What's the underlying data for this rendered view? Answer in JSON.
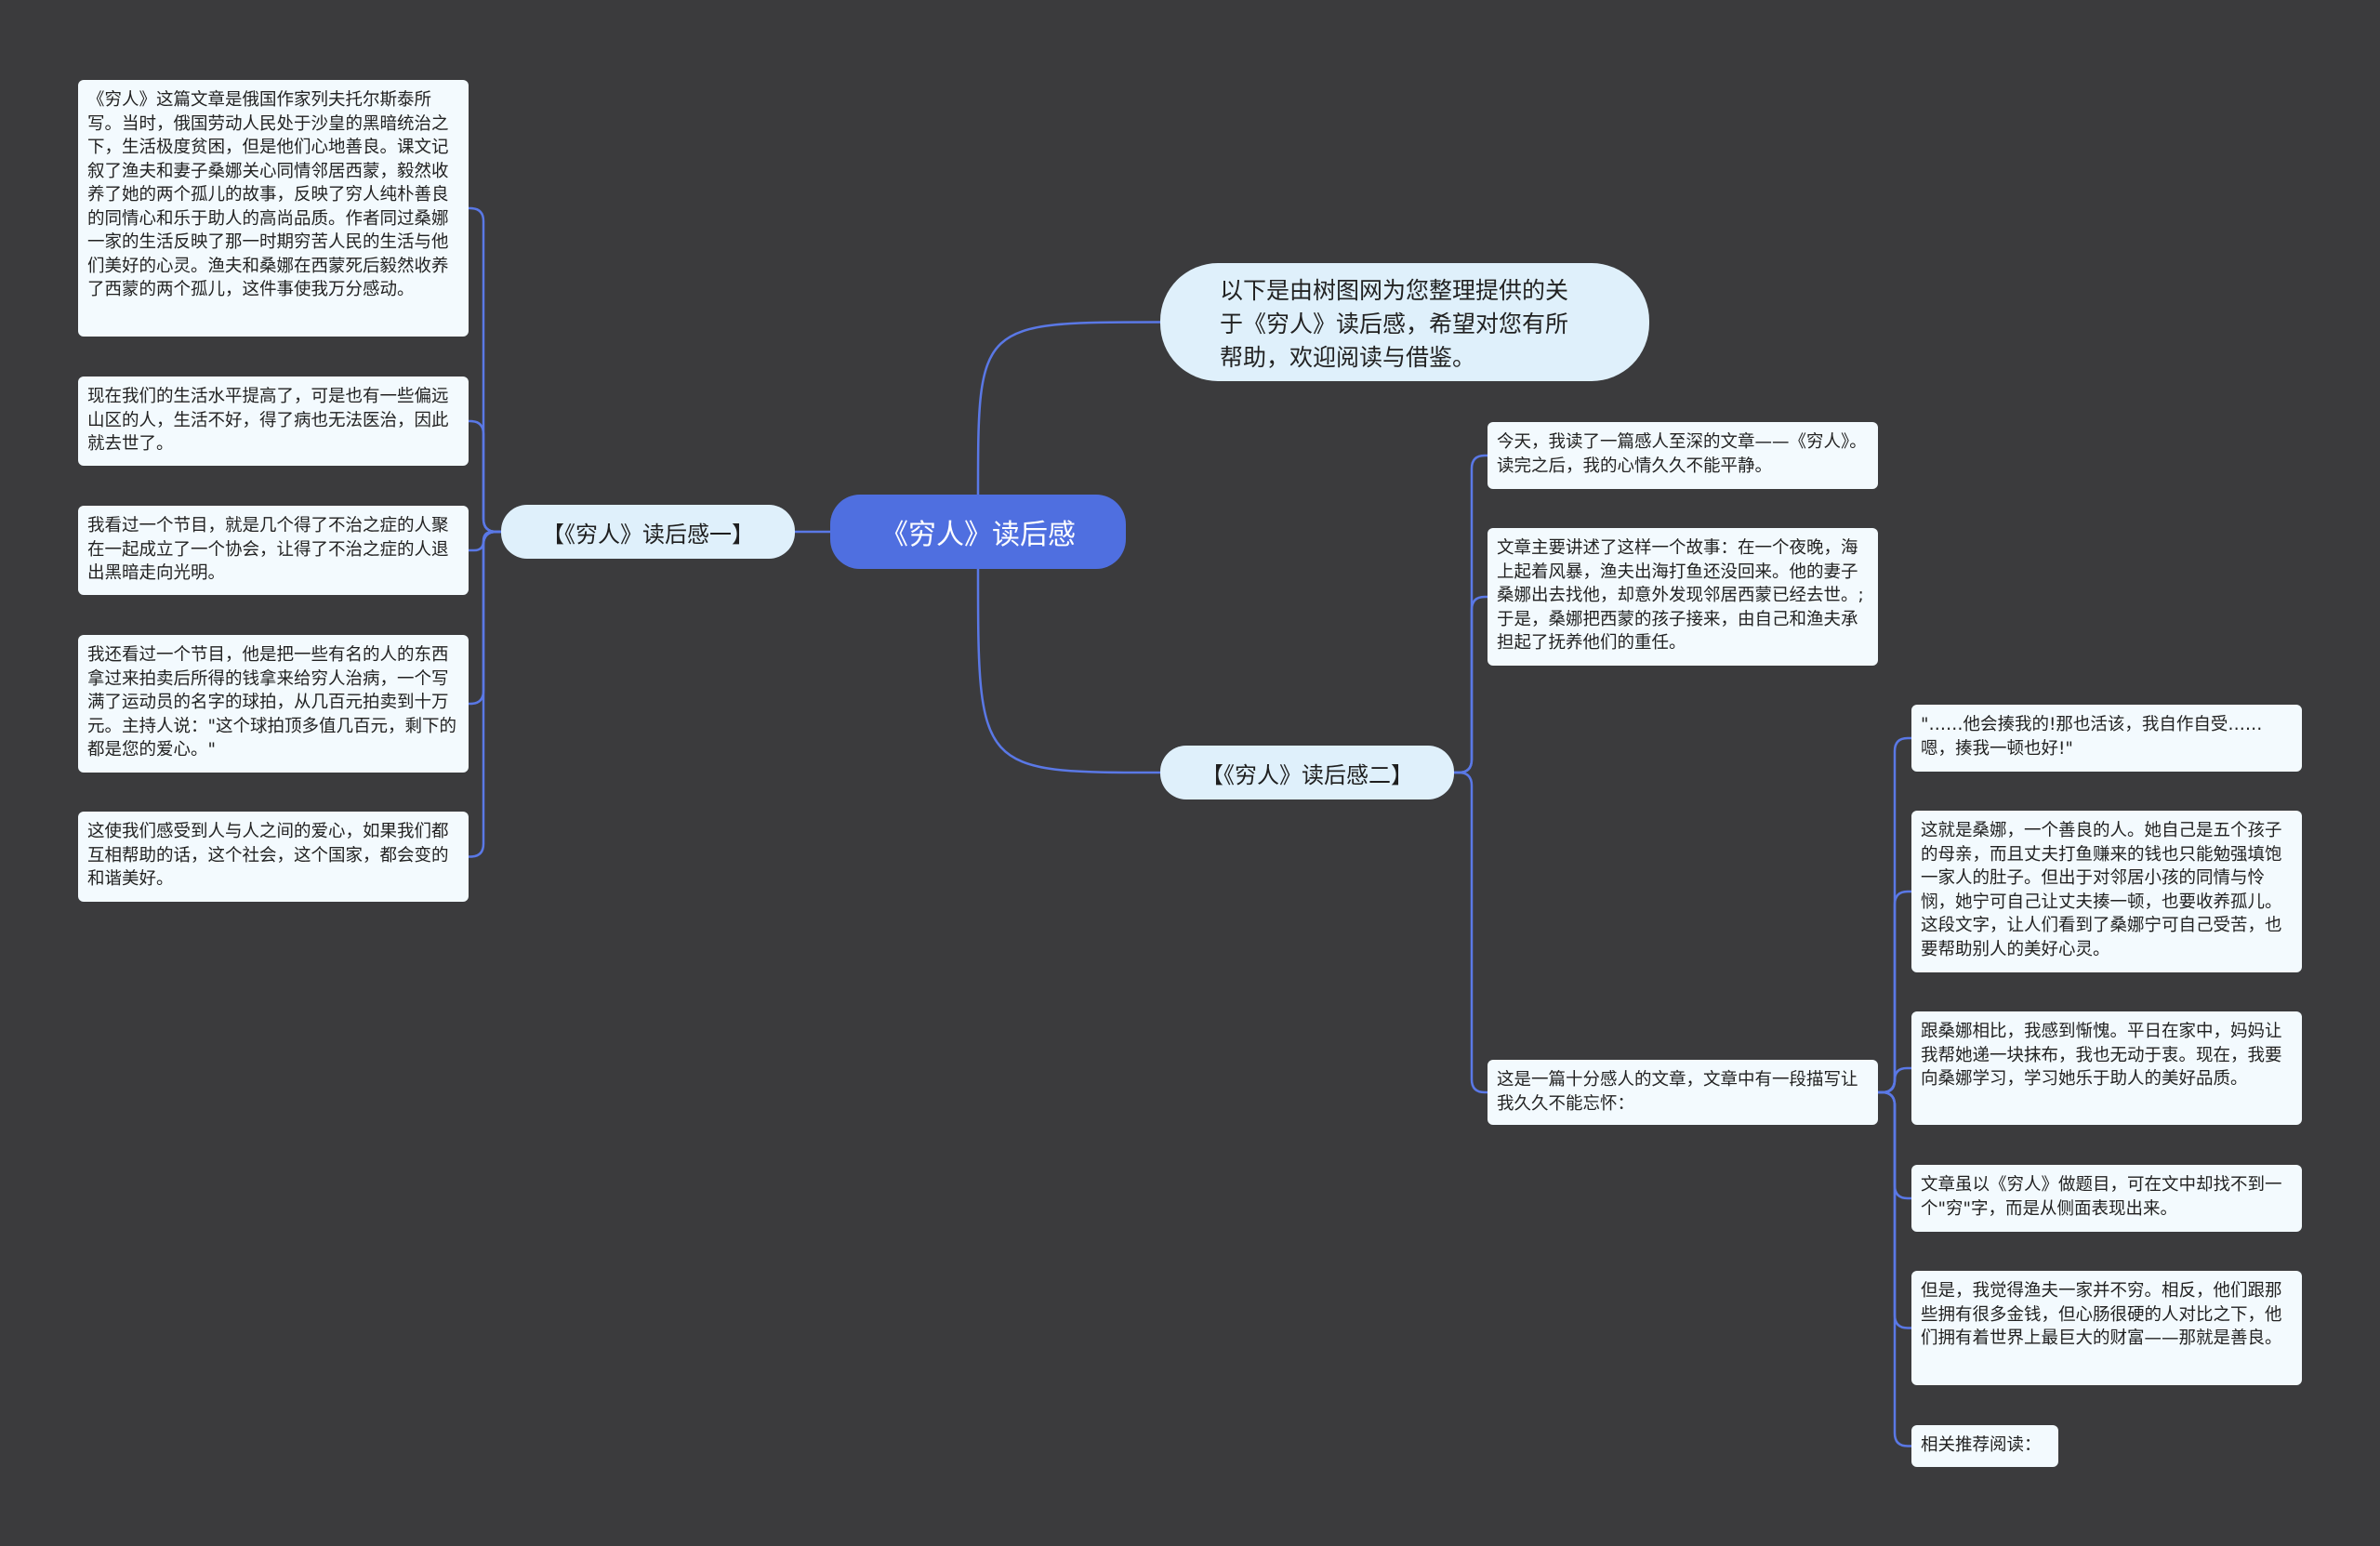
{
  "root": {
    "label": "《穷人》读后感"
  },
  "intro": {
    "text": "以下是由树图网为您整理提供的关于《穷人》读后感，希望对您有所帮助，欢迎阅读与借鉴。"
  },
  "branch_one": {
    "label": "【《穷人》读后感一】",
    "items": [
      "《穷人》这篇文章是俄国作家列夫托尔斯泰所写。当时，俄国劳动人民处于沙皇的黑暗统治之下，生活极度贫困，但是他们心地善良。课文记叙了渔夫和妻子桑娜关心同情邻居西蒙，毅然收养了她的两个孤儿的故事，反映了穷人纯朴善良的同情心和乐于助人的高尚品质。作者同过桑娜一家的生活反映了那一时期穷苦人民的生活与他们美好的心灵。渔夫和桑娜在西蒙死后毅然收养了西蒙的两个孤儿，这件事使我万分感动。",
      "现在我们的生活水平提高了，可是也有一些偏远山区的人，生活不好，得了病也无法医治，因此就去世了。",
      "我看过一个节目，就是几个得了不治之症的人聚在一起成立了一个协会，让得了不治之症的人退出黑暗走向光明。",
      "我还看过一个节目，他是把一些有名的人的东西拿过来拍卖后所得的钱拿来给穷人治病，一个写满了运动员的名字的球拍，从几百元拍卖到十万元。主持人说：\"这个球拍顶多值几百元，剩下的都是您的爱心。\"",
      "这使我们感受到人与人之间的爱心，如果我们都互相帮助的话，这个社会，这个国家，都会变的和谐美好。"
    ]
  },
  "branch_two": {
    "label": "【《穷人》读后感二】",
    "items": [
      "今天，我读了一篇感人至深的文章——《穷人》。读完之后，我的心情久久不能平静。",
      "文章主要讲述了这样一个故事：在一个夜晚，海上起着风暴，渔夫出海打鱼还没回来。他的妻子桑娜出去找他，却意外发现邻居西蒙已经去世。;于是，桑娜把西蒙的孩子接来，由自己和渔夫承担起了抚养他们的重任。",
      "这是一篇十分感人的文章，文章中有一段描写让我久久不能忘怀："
    ],
    "sub_items": [
      "\"……他会揍我的!那也活该，我自作自受……嗯，揍我一顿也好!\"",
      "这就是桑娜，一个善良的人。她自己是五个孩子的母亲，而且丈夫打鱼赚来的钱也只能勉强填饱一家人的肚子。但出于对邻居小孩的同情与怜悯，她宁可自己让丈夫揍一顿，也要收养孤儿。这段文字，让人们看到了桑娜宁可自己受苦，也要帮助别人的美好心灵。",
      "跟桑娜相比，我感到惭愧。平日在家中，妈妈让我帮她递一块抹布，我也无动于衷。现在，我要向桑娜学习，学习她乐于助人的美好品质。",
      "文章虽以《穷人》做题目，可在文中却找不到一个\"穷\"字，而是从侧面表现出来。",
      "但是，我觉得渔夫一家并不穷。相反，他们跟那些拥有很多金钱，但心肠很硬的人对比之下，他们拥有着世界上最巨大的财富——那就是善良。",
      "相关推荐阅读："
    ]
  },
  "colors": {
    "background": "#3b3b3d",
    "root": "#4f6fe0",
    "branch": "#dff0fb",
    "leaf": "#f3fafe",
    "link": "#5a78e6"
  }
}
